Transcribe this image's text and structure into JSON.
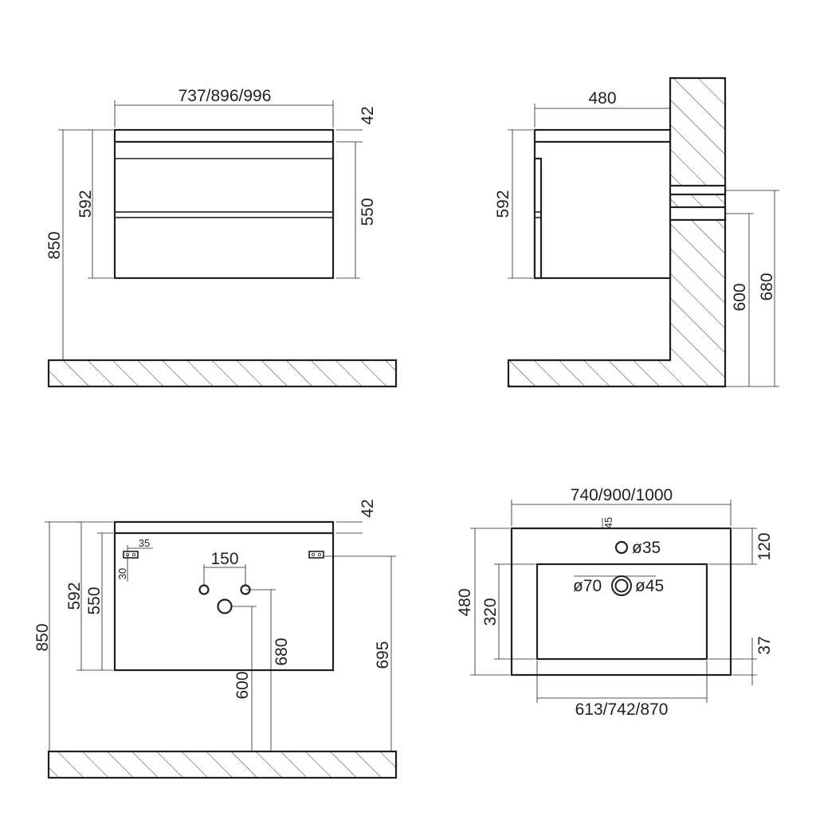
{
  "front_view": {
    "width_label": "737/896/996",
    "top_label": "42",
    "body_label": "592",
    "drawer_label": "550",
    "floor_label": "850"
  },
  "side_view": {
    "depth_label": "480",
    "body_label": "592",
    "pipe_low_label": "600",
    "pipe_high_label": "680"
  },
  "back_view": {
    "top_label": "42",
    "bracket_w_label": "35",
    "bracket_h_label": "30",
    "hole_spacing_label": "150",
    "body_label": "592",
    "drawer_label": "550",
    "floor_label": "850",
    "pipe_high_label": "680",
    "pipe_low_label": "600",
    "mount_label": "695"
  },
  "top_view": {
    "width_label": "740/900/1000",
    "offset_label": "45",
    "tap_hole_label": "ø35",
    "drain_outer_label": "ø70",
    "drain_inner_label": "ø45",
    "depth_label": "480",
    "front_margin_label": "120",
    "bowl_depth_label": "320",
    "back_margin_label": "37",
    "bowl_width_label": "613/742/870"
  }
}
